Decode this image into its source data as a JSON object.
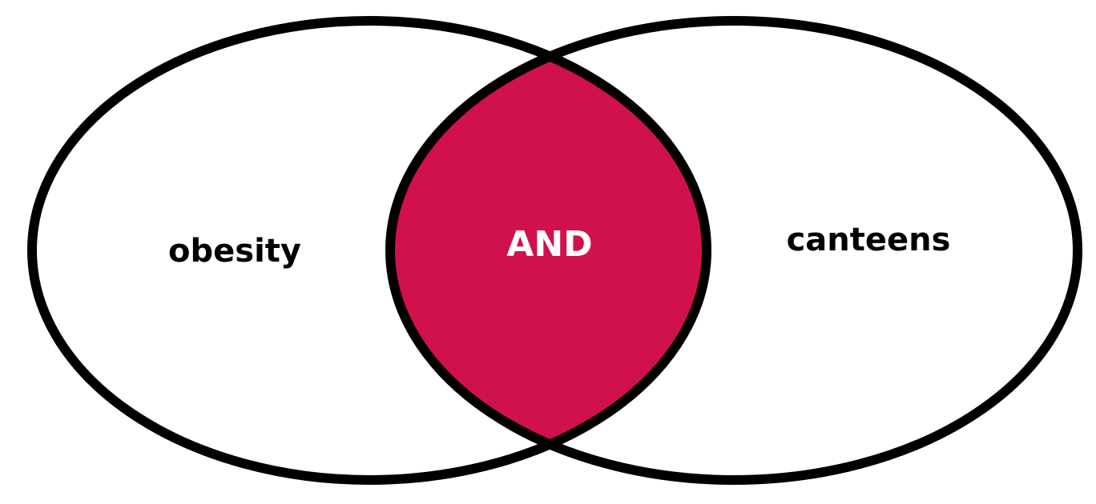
{
  "diagram": {
    "type": "venn",
    "sets": [
      {
        "label": "obesity"
      },
      {
        "label": "canteens"
      }
    ],
    "intersection": {
      "label": "AND"
    },
    "colors": {
      "intersection_fill": "#d1114c",
      "outline": "#000000",
      "background": "#ffffff",
      "set_label": "#000000",
      "intersection_label": "#ffffff"
    }
  }
}
